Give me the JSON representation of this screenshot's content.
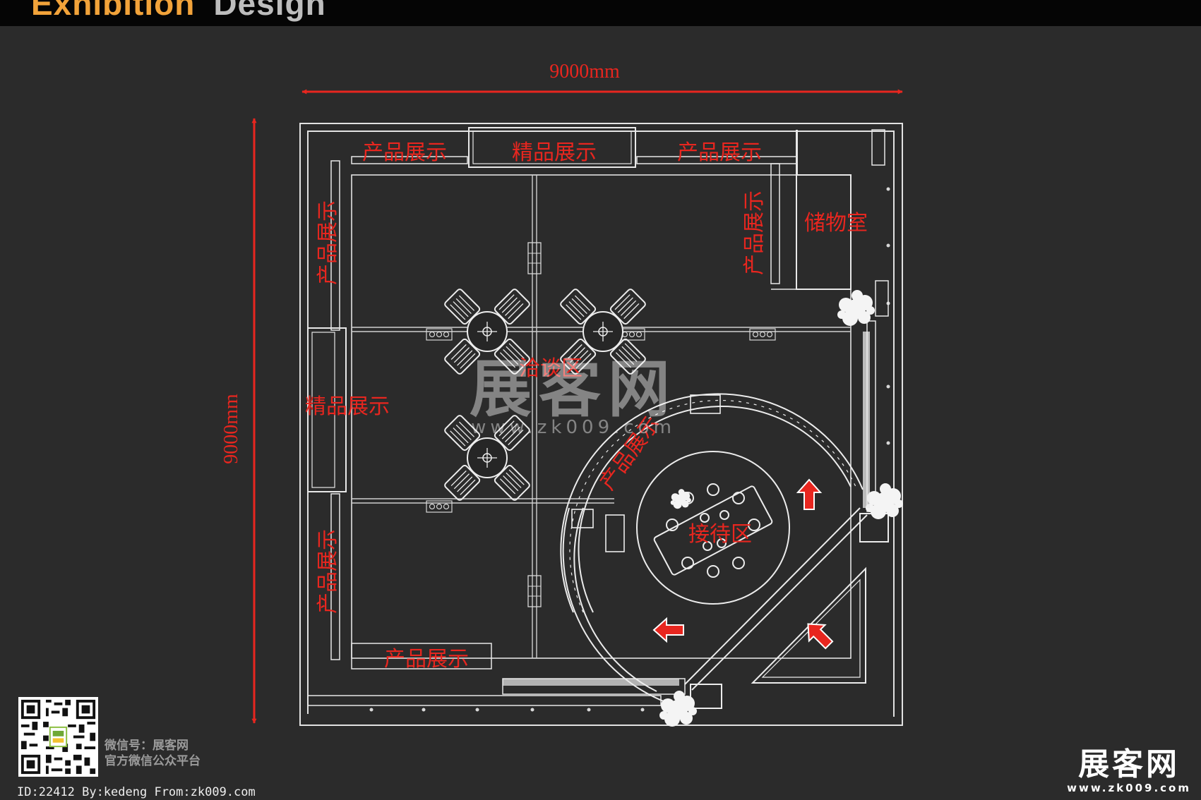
{
  "header": {
    "word1": "Exhibition",
    "word2": "Design"
  },
  "dimensions": {
    "width": "9000mm",
    "height": "9000mm"
  },
  "labels": {
    "product_top_left": "产品展示",
    "boutique_top": "精品展示",
    "product_top_right": "产品展示",
    "product_left_upper": "产品展示",
    "product_right_upper": "产品展示",
    "storage": "储物室",
    "negotiation": "洽谈区",
    "boutique_left": "精品展示",
    "product_curved": "产品展示",
    "reception": "接待区",
    "product_left_lower": "产品展示",
    "product_bottom": "产品展示"
  },
  "watermark": {
    "cn": "展客网",
    "url": "www.zk009.com"
  },
  "wechat": {
    "line1": "微信号：展客网",
    "line2": "官方微信公众平台"
  },
  "credit": "ID:22412 By:kedeng From:zk009.com",
  "logo": {
    "cn": "展客网",
    "url": "www.zk009.com"
  },
  "colors": {
    "accent": "#e8261f",
    "background": "#2b2b2b",
    "lines": "#e6e6e6",
    "brand": "#f2a33a"
  }
}
